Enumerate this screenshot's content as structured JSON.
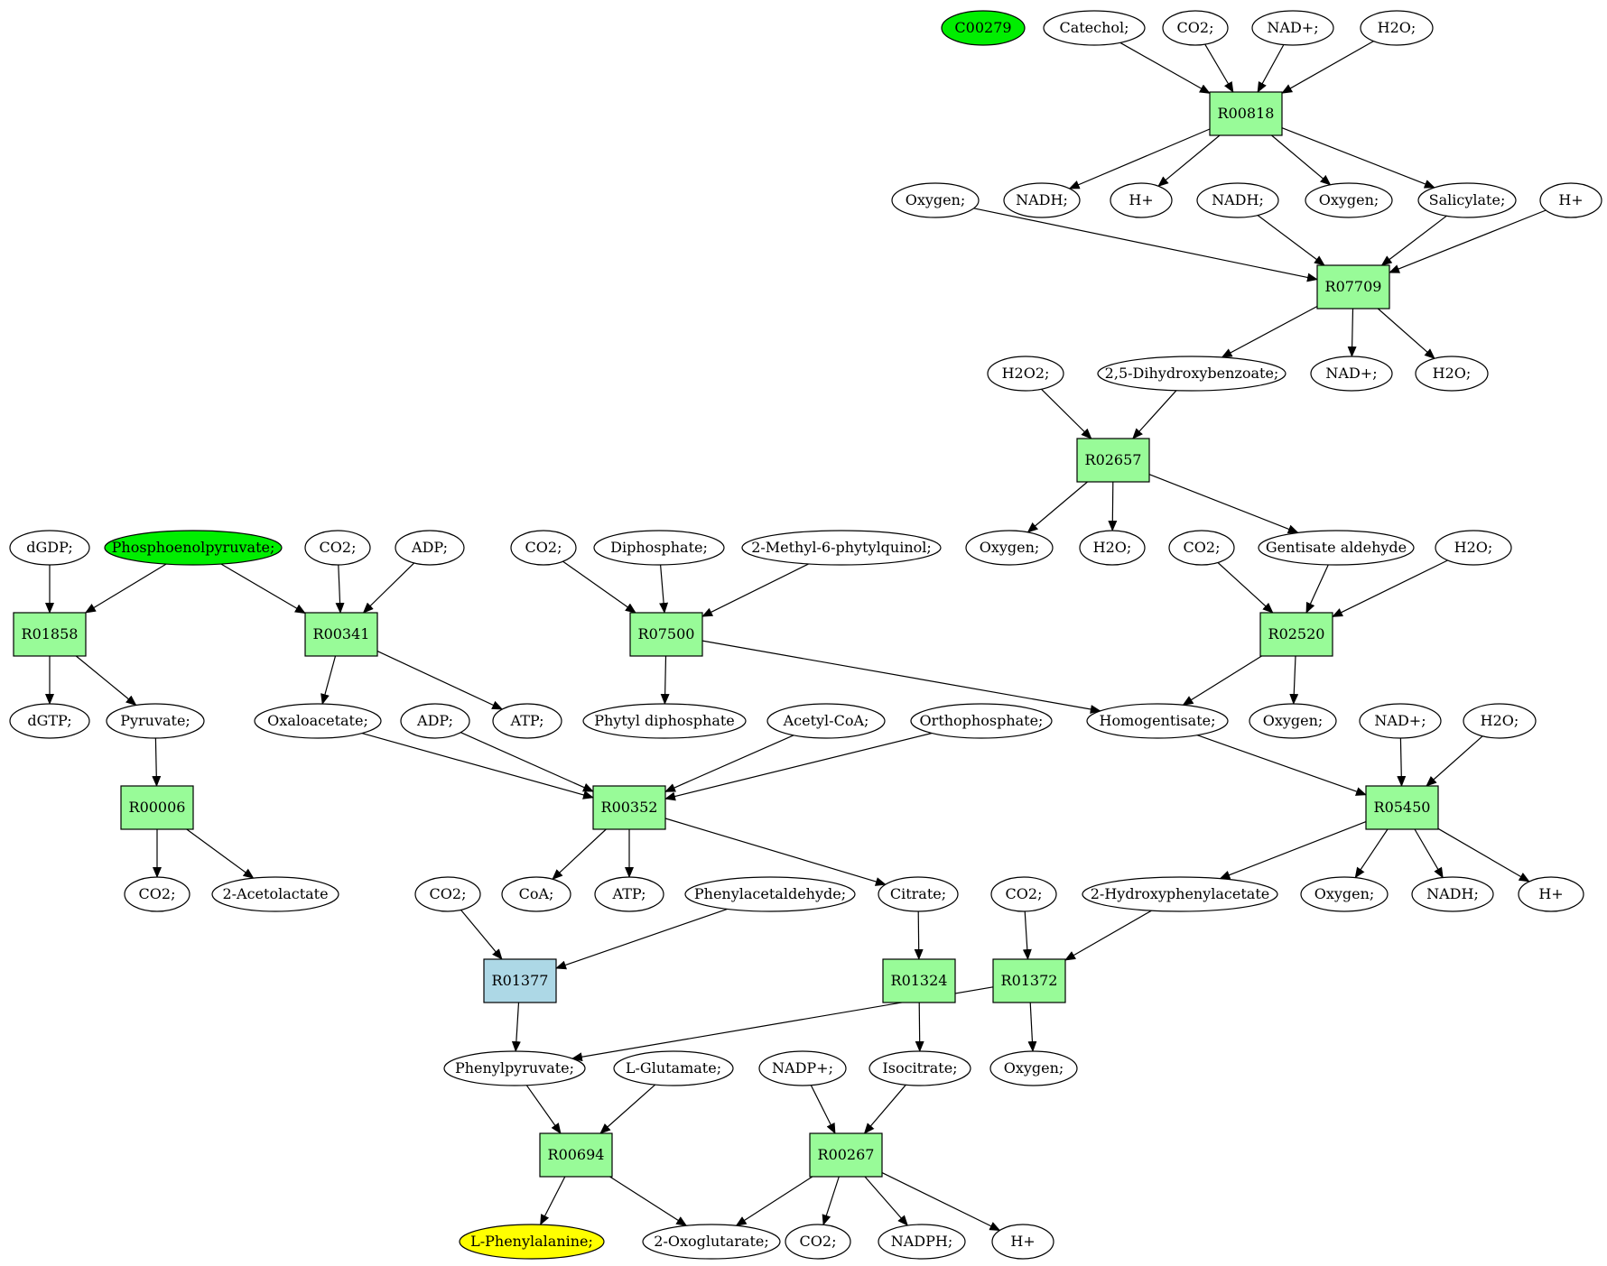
{
  "colors": {
    "compound": "#ffffff",
    "source": "#00ee00",
    "target": "#ffff00",
    "reaction": "#98fb98",
    "reaction_alt": "#add8e6"
  },
  "nodes": [
    {
      "id": "C00279",
      "label": "C00279",
      "type": "source"
    },
    {
      "id": "catechol",
      "label": "Catechol;",
      "type": "compound"
    },
    {
      "id": "co2_a",
      "label": "CO2;",
      "type": "compound"
    },
    {
      "id": "nadp_a",
      "label": "NAD+;",
      "type": "compound"
    },
    {
      "id": "h2o_a",
      "label": "H2O;",
      "type": "compound"
    },
    {
      "id": "R00818",
      "label": "R00818",
      "type": "reaction"
    },
    {
      "id": "oxygen_a",
      "label": "Oxygen;",
      "type": "compound"
    },
    {
      "id": "nadh_a",
      "label": "NADH;",
      "type": "compound"
    },
    {
      "id": "hplus_a",
      "label": "H+",
      "type": "compound"
    },
    {
      "id": "nadh_b",
      "label": "NADH;",
      "type": "compound"
    },
    {
      "id": "oxygen_b",
      "label": "Oxygen;",
      "type": "compound"
    },
    {
      "id": "salicylate",
      "label": "Salicylate;",
      "type": "compound"
    },
    {
      "id": "hplus_b",
      "label": "H+",
      "type": "compound"
    },
    {
      "id": "R07709",
      "label": "R07709",
      "type": "reaction"
    },
    {
      "id": "h2o2",
      "label": "H2O2;",
      "type": "compound"
    },
    {
      "id": "dhb",
      "label": "2,5-Dihydroxybenzoate;",
      "type": "compound"
    },
    {
      "id": "nadp_b",
      "label": "NAD+;",
      "type": "compound"
    },
    {
      "id": "h2o_b",
      "label": "H2O;",
      "type": "compound"
    },
    {
      "id": "R02657",
      "label": "R02657",
      "type": "reaction"
    },
    {
      "id": "oxygen_c",
      "label": "Oxygen;",
      "type": "compound"
    },
    {
      "id": "h2o_c",
      "label": "H2O;",
      "type": "compound"
    },
    {
      "id": "co2_b",
      "label": "CO2;",
      "type": "compound"
    },
    {
      "id": "gentald",
      "label": "Gentisate aldehyde",
      "type": "compound"
    },
    {
      "id": "h2o_d",
      "label": "H2O;",
      "type": "compound"
    },
    {
      "id": "dgdp",
      "label": "dGDP;",
      "type": "compound"
    },
    {
      "id": "pep",
      "label": "Phosphoenolpyruvate;",
      "type": "source"
    },
    {
      "id": "co2_c",
      "label": "CO2;",
      "type": "compound"
    },
    {
      "id": "adp_a",
      "label": "ADP;",
      "type": "compound"
    },
    {
      "id": "co2_d",
      "label": "CO2;",
      "type": "compound"
    },
    {
      "id": "diphos",
      "label": "Diphosphate;",
      "type": "compound"
    },
    {
      "id": "mpq",
      "label": "2-Methyl-6-phytylquinol;",
      "type": "compound"
    },
    {
      "id": "R01858",
      "label": "R01858",
      "type": "reaction"
    },
    {
      "id": "R00341",
      "label": "R00341",
      "type": "reaction"
    },
    {
      "id": "R07500",
      "label": "R07500",
      "type": "reaction"
    },
    {
      "id": "R02520",
      "label": "R02520",
      "type": "reaction"
    },
    {
      "id": "dgtp",
      "label": "dGTP;",
      "type": "compound"
    },
    {
      "id": "pyruvate",
      "label": "Pyruvate;",
      "type": "compound"
    },
    {
      "id": "oxaloacetate",
      "label": "Oxaloacetate;",
      "type": "compound"
    },
    {
      "id": "adp_b",
      "label": "ADP;",
      "type": "compound"
    },
    {
      "id": "atp_a",
      "label": "ATP;",
      "type": "compound"
    },
    {
      "id": "phytyl",
      "label": "Phytyl diphosphate",
      "type": "compound"
    },
    {
      "id": "acetylcoa",
      "label": "Acetyl-CoA;",
      "type": "compound"
    },
    {
      "id": "orthophos",
      "label": "Orthophosphate;",
      "type": "compound"
    },
    {
      "id": "homogentisate",
      "label": "Homogentisate;",
      "type": "compound"
    },
    {
      "id": "oxygen_d",
      "label": "Oxygen;",
      "type": "compound"
    },
    {
      "id": "nadp_c",
      "label": "NAD+;",
      "type": "compound"
    },
    {
      "id": "h2o_e",
      "label": "H2O;",
      "type": "compound"
    },
    {
      "id": "R00006",
      "label": "R00006",
      "type": "reaction"
    },
    {
      "id": "R00352",
      "label": "R00352",
      "type": "reaction"
    },
    {
      "id": "R05450",
      "label": "R05450",
      "type": "reaction"
    },
    {
      "id": "co2_e",
      "label": "CO2;",
      "type": "compound"
    },
    {
      "id": "acetolactate",
      "label": "2-Acetolactate",
      "type": "compound"
    },
    {
      "id": "co2_f",
      "label": "CO2;",
      "type": "compound"
    },
    {
      "id": "coa",
      "label": "CoA;",
      "type": "compound"
    },
    {
      "id": "atp_b",
      "label": "ATP;",
      "type": "compound"
    },
    {
      "id": "phenylacet",
      "label": "Phenylacetaldehyde;",
      "type": "compound"
    },
    {
      "id": "citrate",
      "label": "Citrate;",
      "type": "compound"
    },
    {
      "id": "co2_g",
      "label": "CO2;",
      "type": "compound"
    },
    {
      "id": "hpa",
      "label": "2-Hydroxyphenylacetate",
      "type": "compound"
    },
    {
      "id": "oxygen_e",
      "label": "Oxygen;",
      "type": "compound"
    },
    {
      "id": "nadh_c",
      "label": "NADH;",
      "type": "compound"
    },
    {
      "id": "hplus_c",
      "label": "H+",
      "type": "compound"
    },
    {
      "id": "R01377",
      "label": "R01377",
      "type": "reaction_alt"
    },
    {
      "id": "R01324",
      "label": "R01324",
      "type": "reaction"
    },
    {
      "id": "R01372",
      "label": "R01372",
      "type": "reaction"
    },
    {
      "id": "phenylpyruvate",
      "label": "Phenylpyruvate;",
      "type": "compound"
    },
    {
      "id": "glutamate",
      "label": "L-Glutamate;",
      "type": "compound"
    },
    {
      "id": "nadpplus",
      "label": "NADP+;",
      "type": "compound"
    },
    {
      "id": "isocitrate",
      "label": "Isocitrate;",
      "type": "compound"
    },
    {
      "id": "oxygen_f",
      "label": "Oxygen;",
      "type": "compound"
    },
    {
      "id": "R00694",
      "label": "R00694",
      "type": "reaction"
    },
    {
      "id": "R00267",
      "label": "R00267",
      "type": "reaction"
    },
    {
      "id": "phe",
      "label": "L-Phenylalanine;",
      "type": "target"
    },
    {
      "id": "oxoglut",
      "label": "2-Oxoglutarate;",
      "type": "compound"
    },
    {
      "id": "co2_h",
      "label": "CO2;",
      "type": "compound"
    },
    {
      "id": "nadph",
      "label": "NADPH;",
      "type": "compound"
    },
    {
      "id": "hplus_d",
      "label": "H+",
      "type": "compound"
    }
  ],
  "edges": [
    [
      "catechol",
      "R00818"
    ],
    [
      "co2_a",
      "R00818"
    ],
    [
      "nadp_a",
      "R00818"
    ],
    [
      "h2o_a",
      "R00818"
    ],
    [
      "R00818",
      "nadh_a"
    ],
    [
      "R00818",
      "hplus_a"
    ],
    [
      "R00818",
      "oxygen_b"
    ],
    [
      "R00818",
      "salicylate"
    ],
    [
      "oxygen_a",
      "R07709"
    ],
    [
      "nadh_b",
      "R07709"
    ],
    [
      "salicylate",
      "R07709"
    ],
    [
      "hplus_b",
      "R07709"
    ],
    [
      "R07709",
      "dhb"
    ],
    [
      "R07709",
      "nadp_b"
    ],
    [
      "R07709",
      "h2o_b"
    ],
    [
      "h2o2",
      "R02657"
    ],
    [
      "dhb",
      "R02657"
    ],
    [
      "R02657",
      "oxygen_c"
    ],
    [
      "R02657",
      "h2o_c"
    ],
    [
      "R02657",
      "gentald"
    ],
    [
      "co2_b",
      "R02520"
    ],
    [
      "gentald",
      "R02520"
    ],
    [
      "h2o_d",
      "R02520"
    ],
    [
      "R02520",
      "homogentisate"
    ],
    [
      "R02520",
      "oxygen_d"
    ],
    [
      "dgdp",
      "R01858"
    ],
    [
      "pep",
      "R01858"
    ],
    [
      "pep",
      "R00341"
    ],
    [
      "co2_c",
      "R00341"
    ],
    [
      "adp_a",
      "R00341"
    ],
    [
      "R01858",
      "dgtp"
    ],
    [
      "R01858",
      "pyruvate"
    ],
    [
      "R00341",
      "oxaloacetate"
    ],
    [
      "R00341",
      "atp_a"
    ],
    [
      "co2_d",
      "R07500"
    ],
    [
      "diphos",
      "R07500"
    ],
    [
      "mpq",
      "R07500"
    ],
    [
      "R07500",
      "phytyl"
    ],
    [
      "R07500",
      "homogentisate"
    ],
    [
      "pyruvate",
      "R00006"
    ],
    [
      "R00006",
      "co2_e"
    ],
    [
      "R00006",
      "acetolactate"
    ],
    [
      "oxaloacetate",
      "R00352"
    ],
    [
      "adp_b",
      "R00352"
    ],
    [
      "acetylcoa",
      "R00352"
    ],
    [
      "orthophos",
      "R00352"
    ],
    [
      "R00352",
      "coa"
    ],
    [
      "R00352",
      "atp_b"
    ],
    [
      "R00352",
      "citrate"
    ],
    [
      "homogentisate",
      "R05450"
    ],
    [
      "nadp_c",
      "R05450"
    ],
    [
      "h2o_e",
      "R05450"
    ],
    [
      "R05450",
      "hpa"
    ],
    [
      "R05450",
      "oxygen_e"
    ],
    [
      "R05450",
      "nadh_c"
    ],
    [
      "R05450",
      "hplus_c"
    ],
    [
      "co2_f",
      "R01377"
    ],
    [
      "phenylacet",
      "R01377"
    ],
    [
      "R01377",
      "phenylpyruvate"
    ],
    [
      "citrate",
      "R01324"
    ],
    [
      "R01324",
      "isocitrate"
    ],
    [
      "co2_g",
      "R01372"
    ],
    [
      "hpa",
      "R01372"
    ],
    [
      "R01372",
      "phenylpyruvate"
    ],
    [
      "R01372",
      "oxygen_f"
    ],
    [
      "phenylpyruvate",
      "R00694"
    ],
    [
      "glutamate",
      "R00694"
    ],
    [
      "R00694",
      "phe"
    ],
    [
      "R00694",
      "oxoglut"
    ],
    [
      "nadpplus",
      "R00267"
    ],
    [
      "isocitrate",
      "R00267"
    ],
    [
      "R00267",
      "oxoglut"
    ],
    [
      "R00267",
      "co2_h"
    ],
    [
      "R00267",
      "nadph"
    ],
    [
      "R00267",
      "hplus_d"
    ]
  ]
}
